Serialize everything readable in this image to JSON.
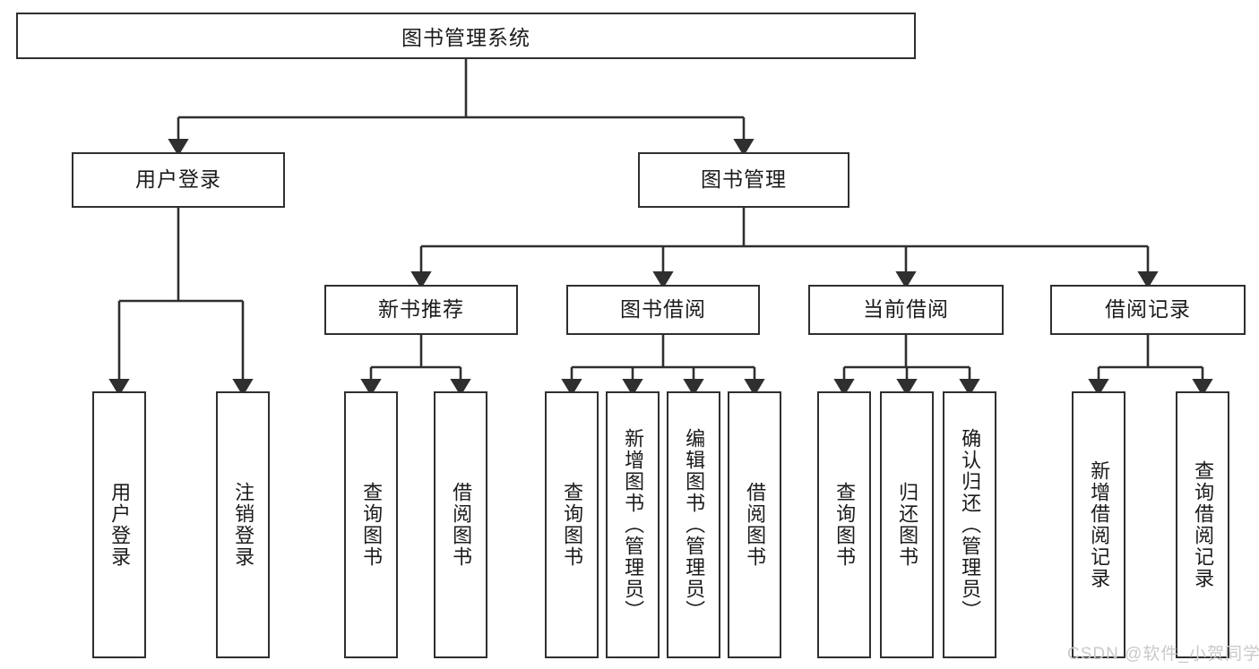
{
  "diagram": {
    "title": "图书管理系统",
    "type": "hierarchy-tree",
    "orientation": "top-down",
    "box_fill": "#ffffff",
    "box_stroke": "#2f2f2f",
    "text_color": "#1b1b1b"
  },
  "nodes": {
    "root": {
      "label": "图书管理系统"
    },
    "level2": [
      {
        "label": "用户登录"
      },
      {
        "label": "图书管理"
      }
    ],
    "level3": [
      {
        "label": "新书推荐"
      },
      {
        "label": "图书借阅"
      },
      {
        "label": "当前借阅"
      },
      {
        "label": "借阅记录"
      }
    ],
    "leaves_user_login": [
      {
        "label": "用户登录"
      },
      {
        "label": "注销登录"
      }
    ],
    "leaves_new_book": [
      {
        "label": "查询图书"
      },
      {
        "label": "借阅图书"
      }
    ],
    "leaves_borrow": [
      {
        "label": "查询图书"
      },
      {
        "label": "新增图书（管理员）"
      },
      {
        "label": "编辑图书（管理员）"
      },
      {
        "label": "借阅图书"
      }
    ],
    "leaves_current": [
      {
        "label": "查询图书"
      },
      {
        "label": "归还图书"
      },
      {
        "label": "确认归还（管理员）"
      }
    ],
    "leaves_records": [
      {
        "label": "新增借阅记录"
      },
      {
        "label": "查询借阅记录"
      }
    ]
  },
  "watermark": {
    "text": "CSDN @软件_小贺同学"
  }
}
